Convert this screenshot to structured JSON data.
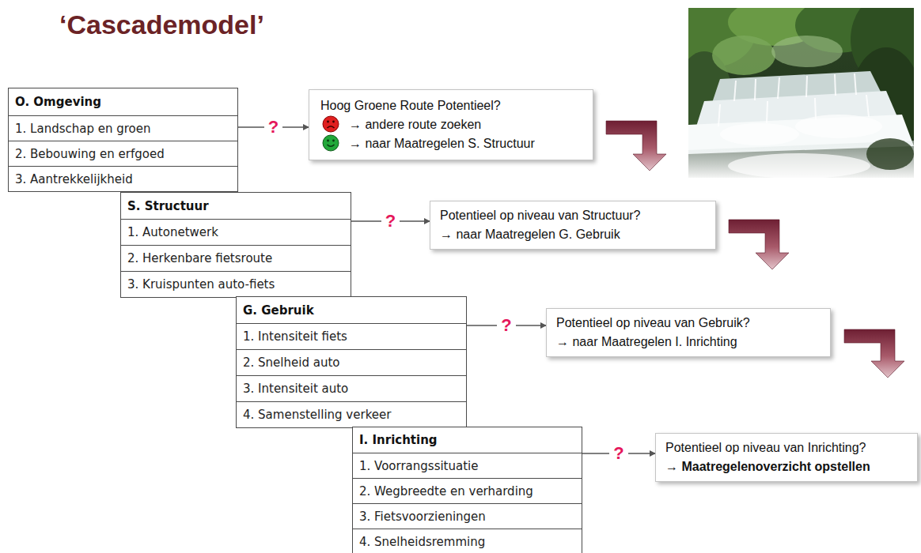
{
  "diagram": {
    "title": "‘Cascademodel’",
    "nodes": [
      {
        "text": [
          "O. Omgeving",
          "1. Landschap en groen",
          "2. Bebouwing en erfgoed",
          "3. Aantrekkelijkheid"
        ]
      },
      {
        "text": [
          "Hoog Groene Route Potentieel?",
          "→ andere route zoeken",
          "→ naar Maatregelen S. Structuur"
        ]
      },
      {
        "text": [
          "S. Structuur",
          "1. Autonetwerk",
          "2. Herkenbare fietsroute",
          "3. Kruispunten auto-fiets"
        ]
      },
      {
        "text": [
          "Potentieel op niveau van Structuur?",
          "→ naar Maatregelen G. Gebruik"
        ]
      },
      {
        "text": [
          "G. Gebruik",
          "1. Intensiteit fiets",
          "2. Snelheid auto",
          "3. Intensiteit auto",
          "4. Samenstelling verkeer"
        ]
      },
      {
        "text": [
          "Potentieel op niveau van Gebruik?",
          "→ naar Maatregelen I. Inrichting"
        ]
      },
      {
        "text": [
          "I. Inrichting",
          "1. Voorrangssituatie",
          "2. Wegbreedte en verharding",
          "3. Fietsvoorzieningen",
          "4. Snelheidsremming"
        ]
      },
      {
        "text": [
          "Potentieel op niveau van Inrichting?",
          "→ Maatregelenoverzicht opstellen"
        ]
      }
    ],
    "edges": [
      {
        "from": 0,
        "to": 1,
        "arrow": "to",
        "label": "?"
      },
      {
        "from": 2,
        "to": 3,
        "arrow": "to",
        "label": "?"
      },
      {
        "from": 4,
        "to": 5,
        "arrow": "to",
        "label": "?"
      },
      {
        "from": 6,
        "to": 7,
        "arrow": "to",
        "label": "?"
      }
    ]
  }
}
